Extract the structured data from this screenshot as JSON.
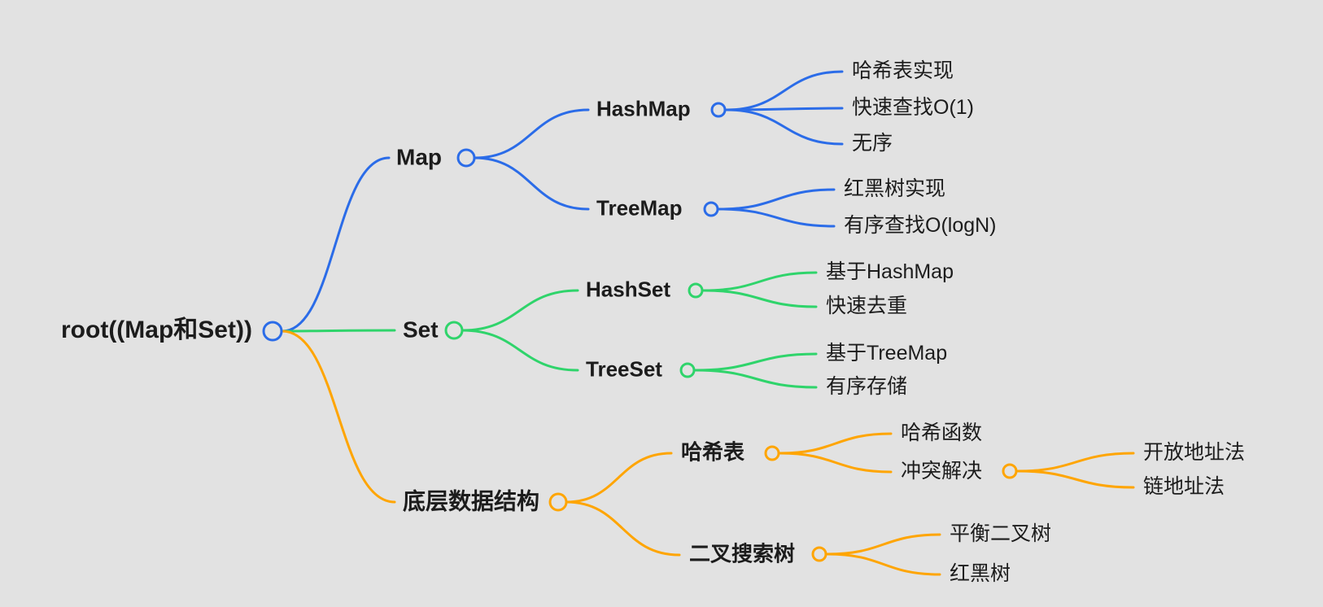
{
  "colors": {
    "background": "#e2e2e2",
    "text": "#1c1c1c",
    "branch_map": "#2b6ce8",
    "branch_set": "#2fd46b",
    "branch_structure": "#ffa502"
  },
  "mindmap": {
    "root": {
      "label": "root((Map和Set))"
    },
    "branches": [
      {
        "label": "Map",
        "color": "#2b6ce8",
        "children": [
          {
            "label": "HashMap",
            "children": [
              {
                "label": "哈希表实现"
              },
              {
                "label": "快速查找O(1)"
              },
              {
                "label": "无序"
              }
            ]
          },
          {
            "label": "TreeMap",
            "children": [
              {
                "label": "红黑树实现"
              },
              {
                "label": "有序查找O(logN)"
              }
            ]
          }
        ]
      },
      {
        "label": "Set",
        "color": "#2fd46b",
        "children": [
          {
            "label": "HashSet",
            "children": [
              {
                "label": "基于HashMap"
              },
              {
                "label": "快速去重"
              }
            ]
          },
          {
            "label": "TreeSet",
            "children": [
              {
                "label": "基于TreeMap"
              },
              {
                "label": "有序存储"
              }
            ]
          }
        ]
      },
      {
        "label": "底层数据结构",
        "color": "#ffa502",
        "children": [
          {
            "label": "哈希表",
            "children": [
              {
                "label": "哈希函数"
              },
              {
                "label": "冲突解决",
                "children": [
                  {
                    "label": "开放地址法"
                  },
                  {
                    "label": "链地址法"
                  }
                ]
              }
            ]
          },
          {
            "label": "二叉搜索树",
            "children": [
              {
                "label": "平衡二叉树"
              },
              {
                "label": "红黑树"
              }
            ]
          }
        ]
      }
    ]
  }
}
